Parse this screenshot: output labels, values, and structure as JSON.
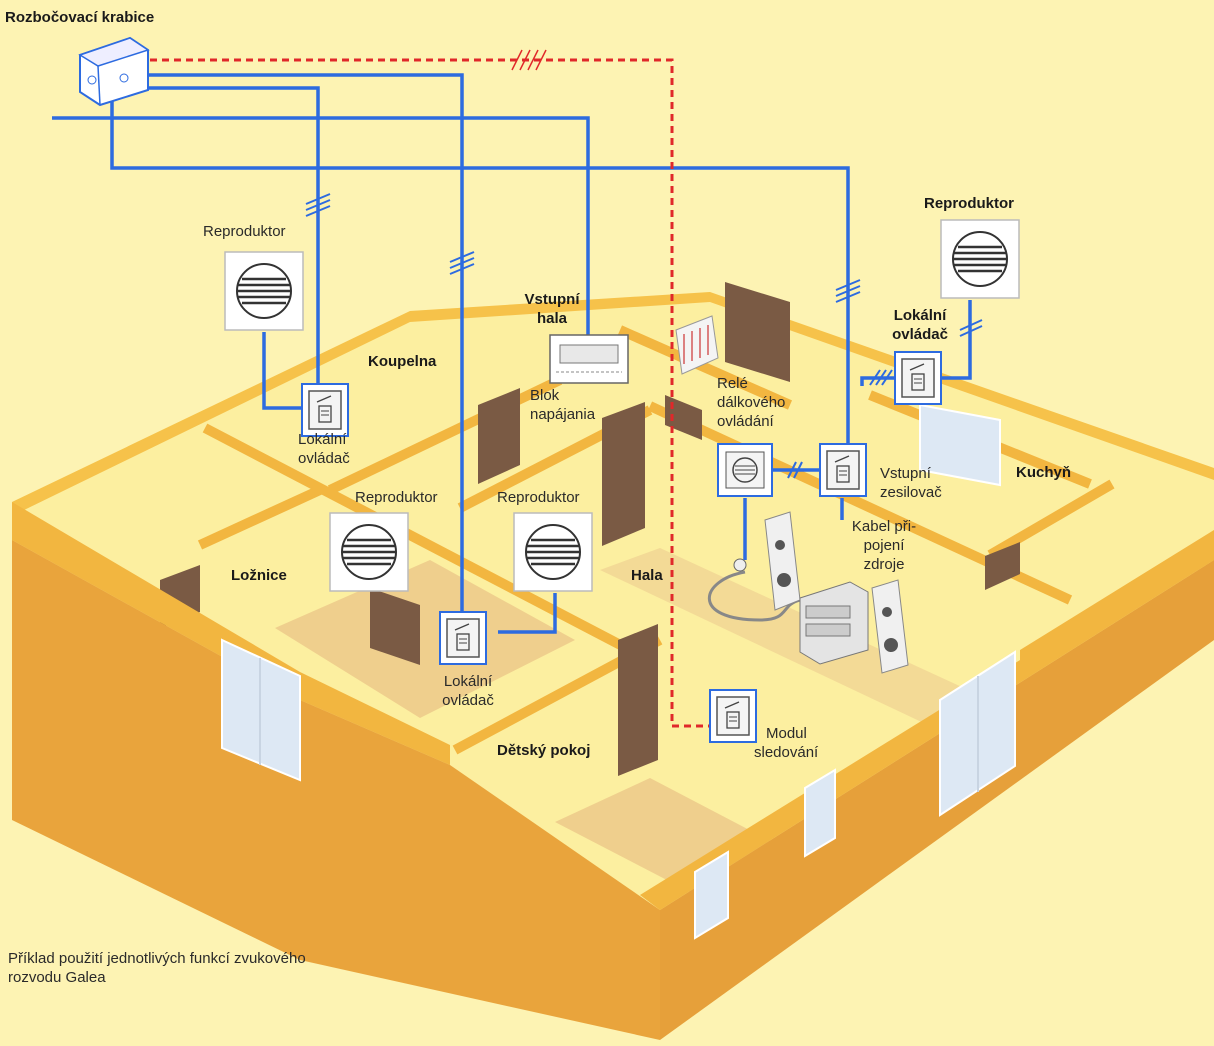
{
  "title": "Rozbočovací krabice",
  "caption_line1": "Příklad použití jednotlivých funkcí zvukového",
  "caption_line2": "rozvodu Galea",
  "rooms": {
    "koupelna": "Koupelna",
    "loznice": "Ložnice",
    "detsky_pokoj": "Dětský pokoj",
    "hala": "Hala",
    "kuchyn": "Kuchyň",
    "vstupni_hala_1": "Vstupní",
    "vstupni_hala_2": "hala"
  },
  "labels": {
    "reproduktor": "Reproduktor",
    "lokalni_1": "Lokální",
    "lokalni_2": "ovládač",
    "blok_1": "Blok",
    "blok_2": "napájania",
    "rele_1": "Relé",
    "rele_2": "dálkového",
    "rele_3": "ovládání",
    "zesilovac_1": "Vstupní",
    "zesilovac_2": "zesilovač",
    "kabel_1": "Kabel při-",
    "kabel_2": "pojení",
    "kabel_3": "zdroje",
    "modul_1": "Modul",
    "modul_2": "sledování"
  },
  "colors": {
    "background": "#FDF3B3",
    "wall_top": "#F6C24A",
    "wall_face": "#E9A43C",
    "floor": "#FCEFA0",
    "door": "#7A5A44",
    "bus_wire": "#2D6BE0",
    "signal_wire": "#E0282A"
  }
}
